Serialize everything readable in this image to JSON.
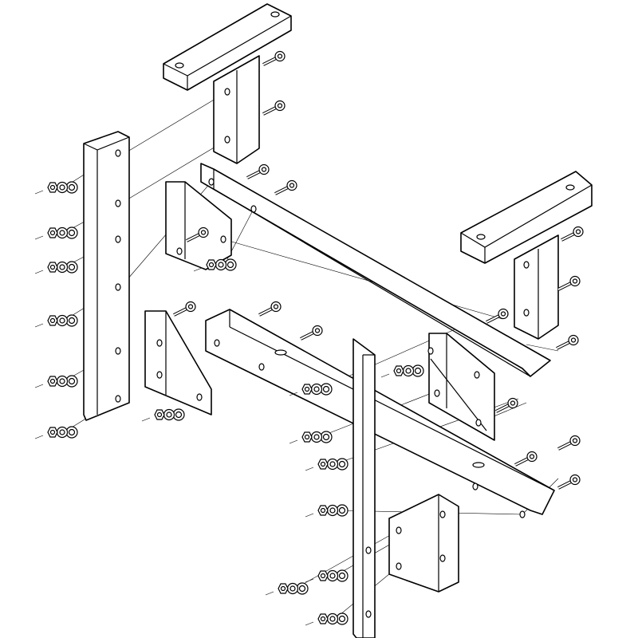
{
  "diagram": {
    "kind": "exploded-assembly-line-drawing",
    "colors": {
      "stroke": "#000000",
      "fill": "#ffffff"
    },
    "parts": [
      "t-bracket-left",
      "t-bracket-right",
      "vertical-angle-left",
      "vertical-angle-center",
      "upper-beam",
      "lower-beam",
      "mount-plate-upper",
      "mount-plate-lower",
      "gusset-left",
      "gusset-right",
      "bolts",
      "washers",
      "nuts"
    ]
  }
}
